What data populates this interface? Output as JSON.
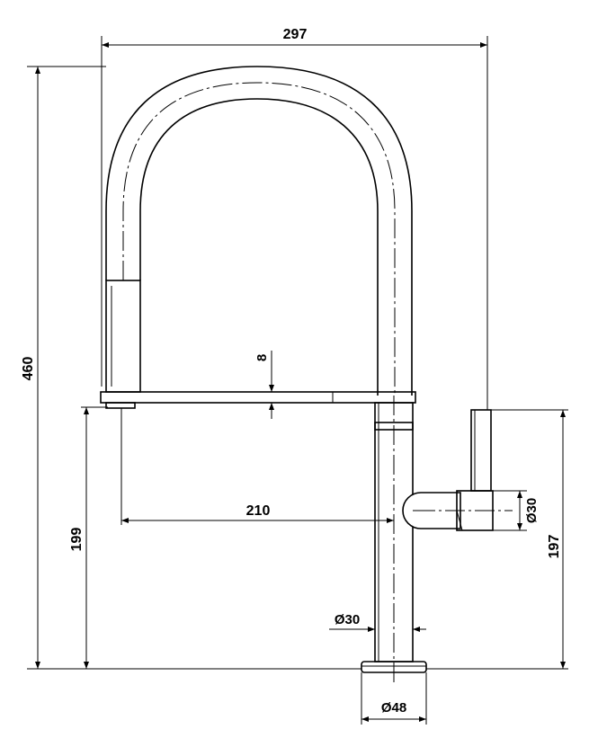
{
  "drawing": {
    "dimensions": {
      "overall_width": "297",
      "overall_height": "460",
      "spout_height": "199",
      "handle_height": "197",
      "spout_reach": "210",
      "spray_gap": "8",
      "body_diameter": "Ø30",
      "handle_diameter": "Ø30",
      "base_diameter": "Ø48"
    }
  }
}
